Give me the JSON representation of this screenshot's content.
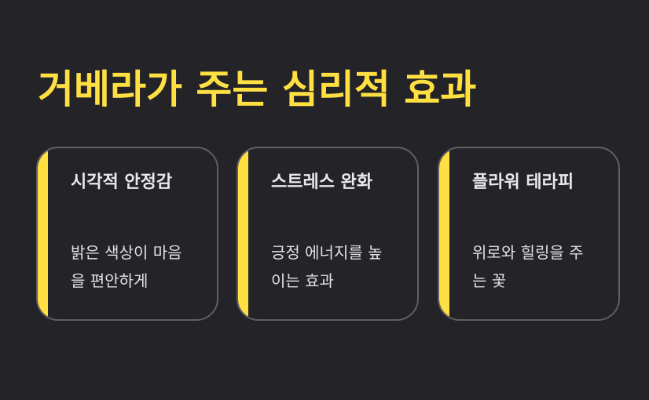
{
  "slide": {
    "title": "거베라가 주는 심리적 효과",
    "accent_color": "#FFE042",
    "cards": [
      {
        "title": "시각적 안정감",
        "text": "밝은 색상이 마음을 편안하게"
      },
      {
        "title": "스트레스 완화",
        "text": "긍정 에너지를 높이는 효과"
      },
      {
        "title": "플라워 테라피",
        "text": "위로와 힐링을 주는 꽃"
      }
    ]
  }
}
